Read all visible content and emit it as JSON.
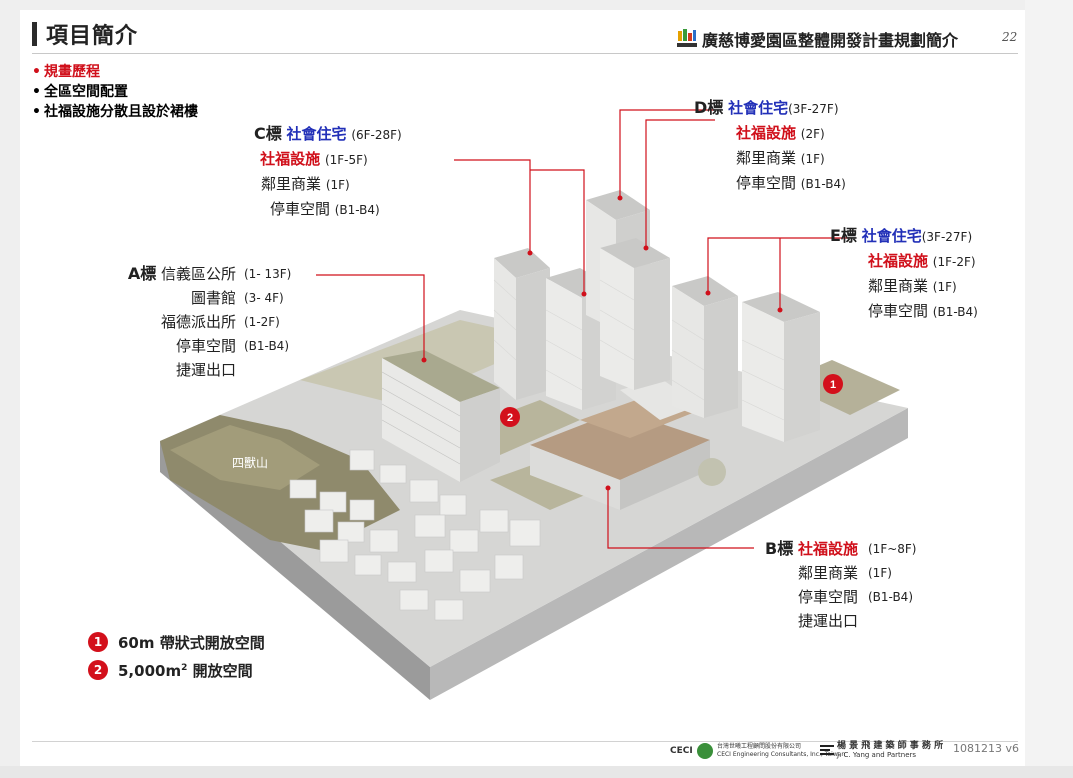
{
  "header": {
    "title": "項目簡介",
    "right_title": "廣慈博愛園區整體開發計畫規劃簡介",
    "page_number": "22"
  },
  "bullets": [
    {
      "text": "規畫歷程",
      "color": "#d0101b"
    },
    {
      "text": "全區空間配置",
      "color": "#222222"
    },
    {
      "text": "社福設施分散且設於裙樓",
      "color": "#222222"
    }
  ],
  "labels": {
    "C": {
      "tag": "C標",
      "lines": [
        {
          "name": "社會住宅",
          "floors": "(6F-28F)",
          "style": "blue"
        },
        {
          "name": "社福設施",
          "floors": "(1F-5F)",
          "style": "red"
        },
        {
          "name": "鄰里商業",
          "floors": "(1F)",
          "style": "normal"
        },
        {
          "name": "停車空間",
          "floors": "(B1-B4)",
          "style": "normal"
        }
      ]
    },
    "D": {
      "tag": "D標",
      "lines": [
        {
          "name": "社會住宅",
          "floors": "(3F-27F)",
          "style": "blue"
        },
        {
          "name": "社福設施",
          "floors": "(2F)",
          "style": "red"
        },
        {
          "name": "鄰里商業",
          "floors": "(1F)",
          "style": "normal"
        },
        {
          "name": "停車空間",
          "floors": "(B1-B4)",
          "style": "normal"
        }
      ]
    },
    "E": {
      "tag": "E標",
      "lines": [
        {
          "name": "社會住宅",
          "floors": "(3F-27F)",
          "style": "blue"
        },
        {
          "name": "社福設施",
          "floors": "(1F-2F)",
          "style": "red"
        },
        {
          "name": "鄰里商業",
          "floors": "(1F)",
          "style": "normal"
        },
        {
          "name": "停車空間",
          "floors": "(B1-B4)",
          "style": "normal"
        }
      ]
    },
    "A": {
      "tag": "A標",
      "lines": [
        {
          "name": "信義區公所",
          "floors": "(1- 13F)",
          "style": "normal"
        },
        {
          "name": "圖書館",
          "floors": "(3- 4F)",
          "style": "normal"
        },
        {
          "name": "福德派出所",
          "floors": "(1-2F)",
          "style": "normal"
        },
        {
          "name": "停車空間",
          "floors": "(B1-B4)",
          "style": "normal"
        },
        {
          "name": "捷運出口",
          "floors": "",
          "style": "normal"
        }
      ]
    },
    "B": {
      "tag": "B標",
      "lines": [
        {
          "name": "社福設施",
          "floors": "(1F~8F)",
          "style": "red"
        },
        {
          "name": "鄰里商業",
          "floors": "(1F)",
          "style": "normal"
        },
        {
          "name": "停車空間",
          "floors": "(B1-B4)",
          "style": "normal"
        },
        {
          "name": "捷運出口",
          "floors": "",
          "style": "normal"
        }
      ]
    }
  },
  "map": {
    "hill_label": "四獸山",
    "markers": [
      {
        "number": "1"
      },
      {
        "number": "2"
      }
    ]
  },
  "legend": [
    {
      "number": "1",
      "text": "60m 帶狀式開放空間"
    },
    {
      "number": "2",
      "text_prefix": "5,000m",
      "superscript": "2",
      "text_suffix": " 開放空間"
    }
  ],
  "footer": {
    "ceci_label": "CECI",
    "ceci_company": "台灣世曦工程顧問股份有限公司",
    "ceci_company_en": "CECI Engineering Consultants, Inc., Taiwan",
    "architect": "楊 景 飛 建 築 師 事 務 所",
    "architect_en": "J. C. Yang and Partners",
    "version": "1081213 v6"
  },
  "colors": {
    "accent_red": "#d0101b",
    "accent_blue": "#2230b8",
    "marker_red": "#d3101b"
  }
}
